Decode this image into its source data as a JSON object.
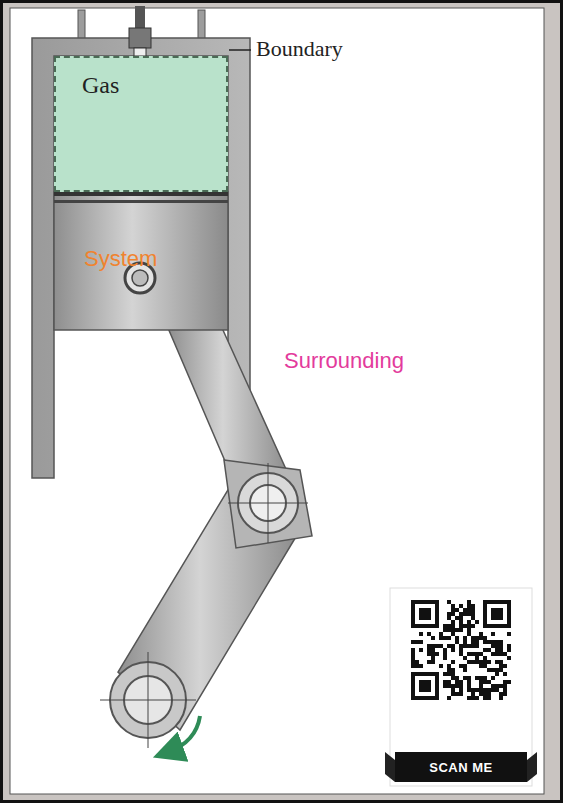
{
  "diagram": {
    "nodes": [
      {
        "text": [
          "Gas"
        ]
      },
      {
        "text": [
          "SCAN ME"
        ]
      }
    ],
    "labels": [
      "Boundary",
      "System",
      "Surrounding"
    ]
  }
}
